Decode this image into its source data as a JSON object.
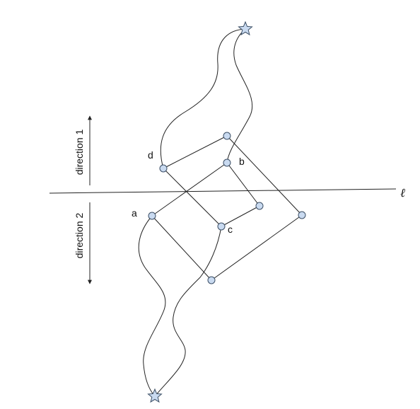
{
  "diagram": {
    "labels": {
      "a": "a",
      "b": "b",
      "c": "c",
      "d": "d",
      "line": "ℓ",
      "direction_1": "direction 1",
      "direction_2": "direction 2"
    },
    "colors": {
      "stroke": "#222222",
      "node_fill": "#c9daf0",
      "node_stroke": "#3c4f66",
      "star_fill": "#c9daf0"
    }
  }
}
